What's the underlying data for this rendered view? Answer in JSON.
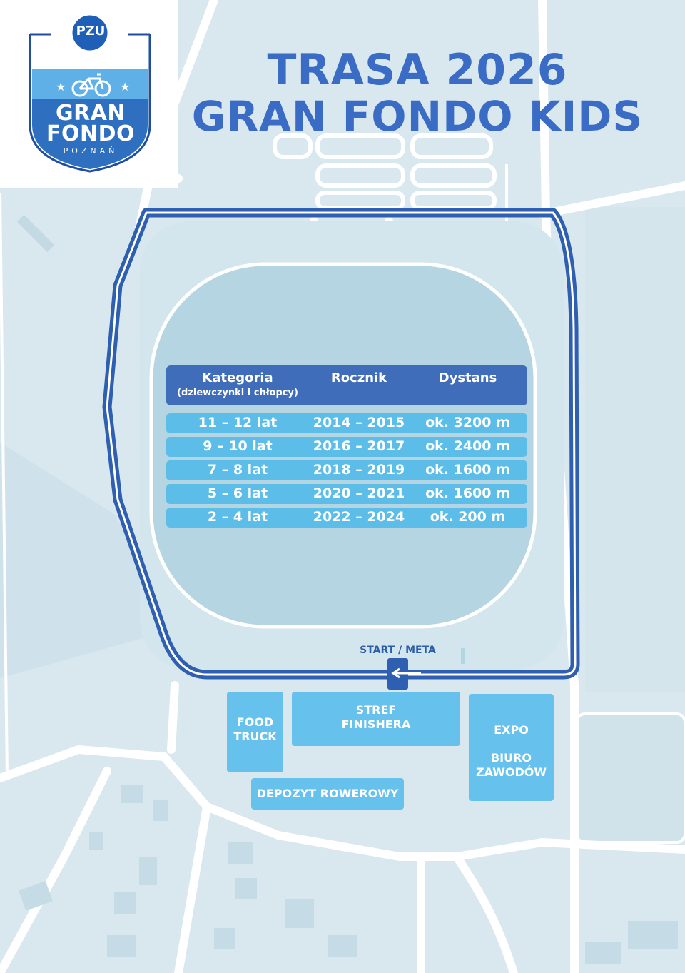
{
  "logo": {
    "badge_text": "PZU",
    "line1": "GRAN",
    "line2": "FONDO",
    "city": "POZNAŃ"
  },
  "title": {
    "line1": "TRASA 2026",
    "line2": "GRAN FONDO KIDS"
  },
  "table": {
    "headers": {
      "kategoria": "Kategoria",
      "kategoria_sub": "(dziewczynki i chłopcy)",
      "rocznik": "Rocznik",
      "dystans": "Dystans"
    },
    "rows": [
      {
        "kategoria": "11 – 12 lat",
        "rocznik": "2014 – 2015",
        "dystans": "ok. 3200 m"
      },
      {
        "kategoria": "9 – 10 lat",
        "rocznik": "2016 – 2017",
        "dystans": "ok. 2400 m"
      },
      {
        "kategoria": "7 – 8 lat",
        "rocznik": "2018 – 2019",
        "dystans": "ok. 1600 m"
      },
      {
        "kategoria": "5 – 6 lat",
        "rocznik": "2020 – 2021",
        "dystans": "ok. 1600 m"
      },
      {
        "kategoria": "2 – 4 lat",
        "rocznik": "2022 – 2024",
        "dystans": "ok. 200 m"
      }
    ]
  },
  "map": {
    "start_meta": "START / META",
    "zones": {
      "food_truck": {
        "line1": "FOOD",
        "line2": "TRUCK"
      },
      "strefa": {
        "line1": "STREF",
        "line2": "FINISHERA"
      },
      "expo": {
        "line1": "EXPO",
        "line2": "BIURO",
        "line3": "ZAWODÓW"
      },
      "depozyt": "DEPOZYT ROWEROWY"
    }
  },
  "colors": {
    "route": "#2f5fb0",
    "title": "#3a6cc6",
    "table_header": "#3f6db9",
    "table_row": "#5bbde8",
    "zone": "#66c2ec",
    "map_background": "#d9e8ef",
    "field": "#b5d5e2"
  }
}
